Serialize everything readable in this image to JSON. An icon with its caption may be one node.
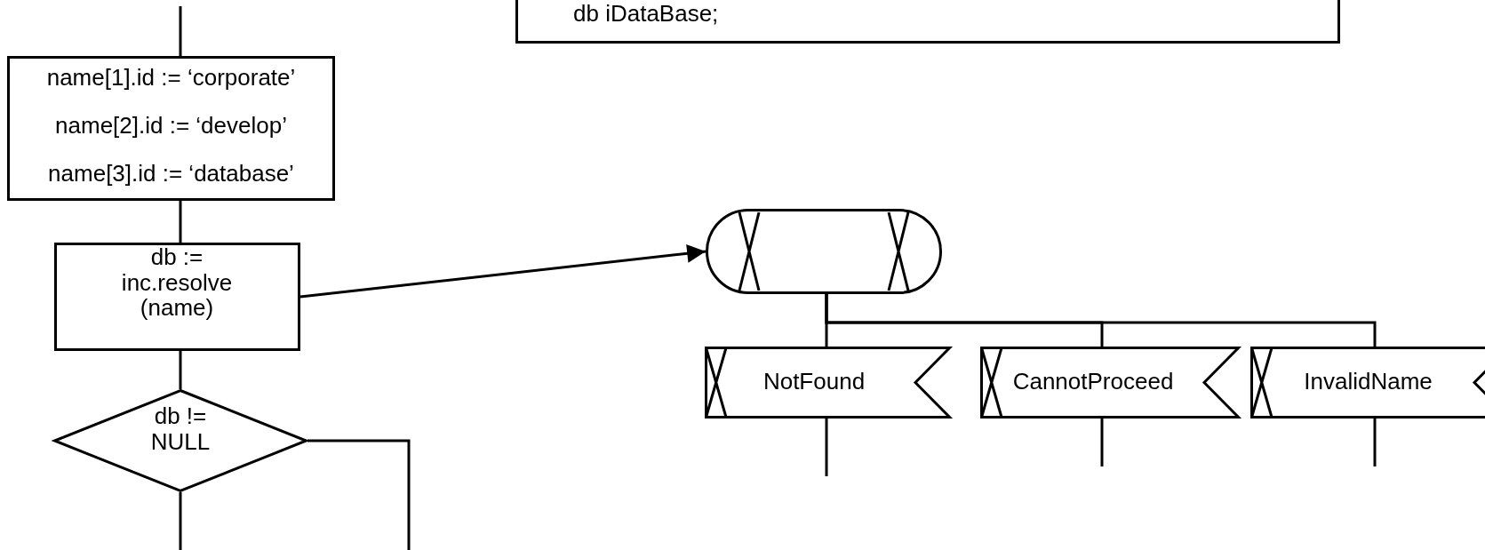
{
  "diagram": {
    "nodes": [
      {
        "text": [
          "db iDataBase;"
        ]
      },
      {
        "text": [
          "name[1].id := ‘corporate’",
          "name[2].id := ‘develop’",
          "name[3].id := ‘database’"
        ]
      },
      {
        "text": [
          "db := inc.resolve (name)"
        ]
      },
      {
        "text": [],
        "shape": "stadium"
      },
      {
        "text": [
          "db != NULL"
        ]
      },
      {
        "text": [
          "NotFound"
        ]
      },
      {
        "text": [
          "CannotProceed"
        ]
      },
      {
        "text": [
          "InvalidName"
        ]
      }
    ],
    "edges": [
      {
        "from": null,
        "to": 1,
        "arrow": "none"
      },
      {
        "from": 1,
        "to": 2,
        "arrow": "none"
      },
      {
        "from": 2,
        "to": 3,
        "arrow": "to"
      },
      {
        "from": 2,
        "to": 4,
        "arrow": "none"
      },
      {
        "from": 3,
        "to": 5,
        "arrow": "none"
      },
      {
        "from": 3,
        "to": 6,
        "arrow": "none"
      },
      {
        "from": 3,
        "to": 7,
        "arrow": "none"
      },
      {
        "from": 4,
        "to": null,
        "arrow": "none"
      },
      {
        "from": 4,
        "to": null,
        "arrow": "none"
      },
      {
        "from": 5,
        "to": null,
        "arrow": "none"
      },
      {
        "from": 6,
        "to": null,
        "arrow": "none"
      },
      {
        "from": 7,
        "to": null,
        "arrow": "none"
      }
    ]
  }
}
